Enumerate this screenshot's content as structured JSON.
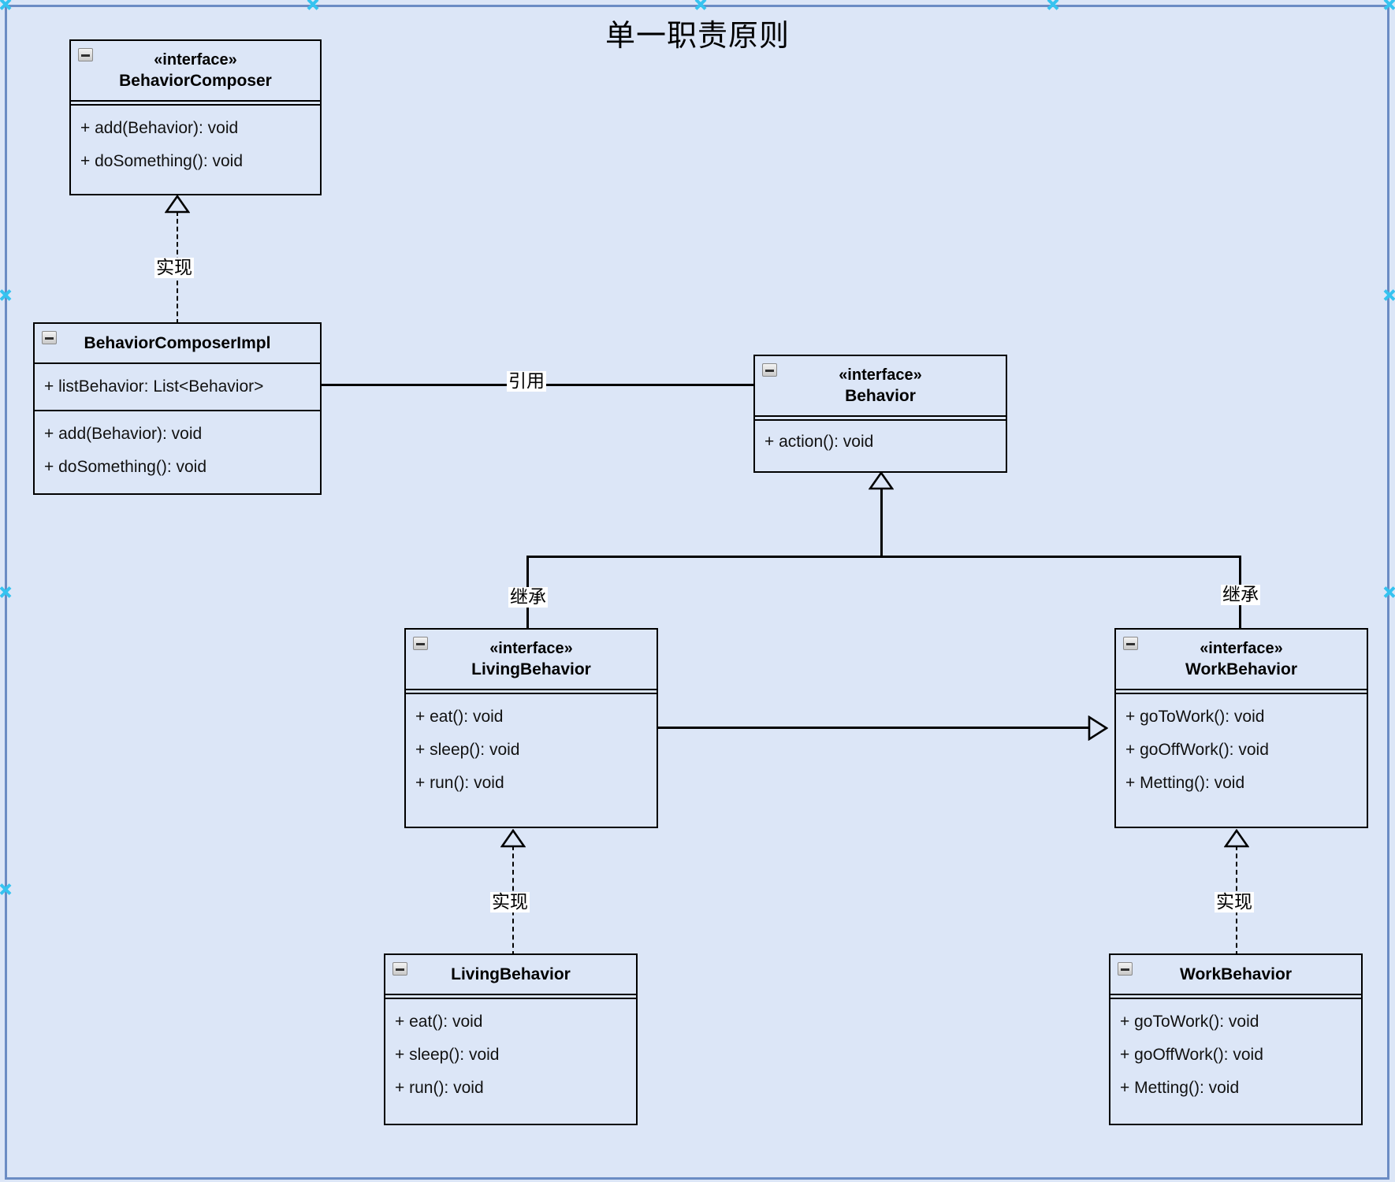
{
  "diagram": {
    "title": "单一职责原则",
    "background_color": "#dce6f7",
    "border_color": "#6b8cc4",
    "handle_color": "#35c3f0",
    "line_color": "#000000"
  },
  "classes": {
    "behavior_composer": {
      "stereotype": "«interface»",
      "name": "BehaviorComposer",
      "attributes": [],
      "methods": [
        "+ add(Behavior): void",
        "+ doSomething(): void"
      ]
    },
    "behavior_composer_impl": {
      "stereotype": "",
      "name": "BehaviorComposerImpl",
      "attributes": [
        "+ listBehavior: List<Behavior>"
      ],
      "methods": [
        "+ add(Behavior): void",
        "+ doSomething(): void"
      ]
    },
    "behavior": {
      "stereotype": "«interface»",
      "name": "Behavior",
      "attributes": [],
      "methods": [
        "+ action(): void"
      ]
    },
    "living_behavior_interface": {
      "stereotype": "«interface»",
      "name": "LivingBehavior",
      "attributes": [],
      "methods": [
        "+ eat(): void",
        "+ sleep(): void",
        "+ run(): void"
      ]
    },
    "work_behavior_interface": {
      "stereotype": "«interface»",
      "name": "WorkBehavior",
      "attributes": [],
      "methods": [
        "+ goToWork(): void",
        "+ goOffWork(): void",
        "+ Metting(): void"
      ]
    },
    "living_behavior_class": {
      "stereotype": "",
      "name": "LivingBehavior",
      "attributes": [],
      "methods": [
        "+ eat(): void",
        "+ sleep(): void",
        "+ run(): void"
      ]
    },
    "work_behavior_class": {
      "stereotype": "",
      "name": "WorkBehavior",
      "attributes": [],
      "methods": [
        "+ goToWork(): void",
        "+ goOffWork(): void",
        "+ Metting(): void"
      ]
    }
  },
  "relations": {
    "impl_composer": {
      "label": "实现",
      "kind": "realization"
    },
    "reference": {
      "label": "引用",
      "kind": "association"
    },
    "inherit_living": {
      "label": "继承",
      "kind": "generalization"
    },
    "inherit_work": {
      "label": "继承",
      "kind": "generalization"
    },
    "impl_living": {
      "label": "实现",
      "kind": "realization"
    },
    "impl_work": {
      "label": "实现",
      "kind": "realization"
    }
  },
  "icons": {
    "collapse": "minus-icon"
  }
}
